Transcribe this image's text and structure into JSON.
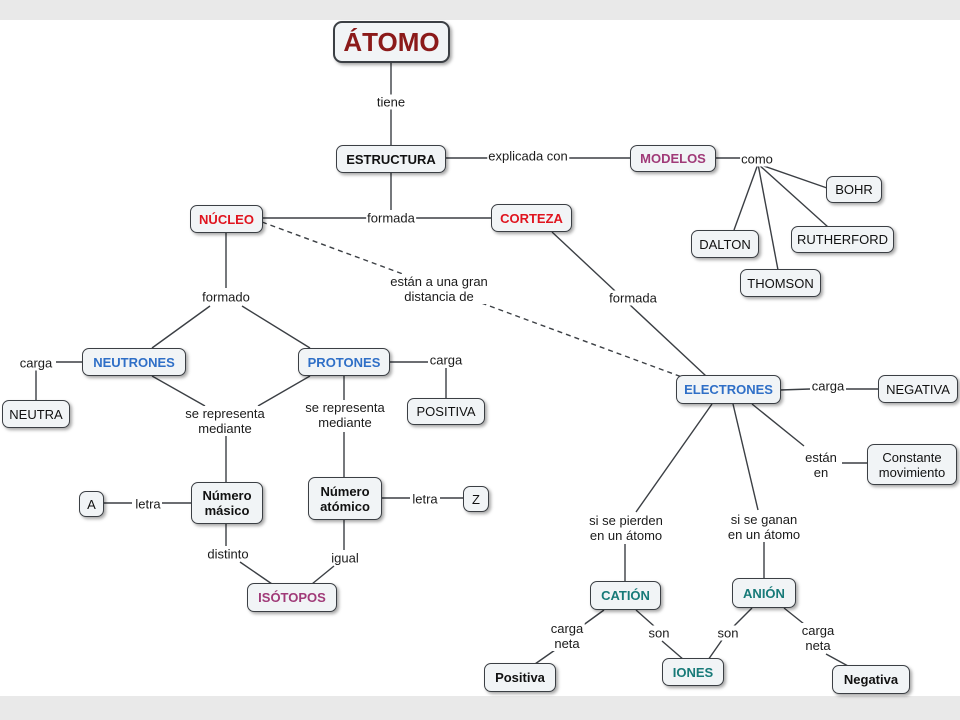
{
  "colors": {
    "title": "#8b1a1a",
    "red": "#e0141e",
    "blue": "#2f6fc7",
    "purple": "#a03a78",
    "teal": "#177a78",
    "black": "#111111"
  },
  "nodes": {
    "atomo": "ÁTOMO",
    "estructura": "ESTRUCTURA",
    "modelos": "MODELOS",
    "bohr": "BOHR",
    "dalton": "DALTON",
    "rutherford": "RUTHERFORD",
    "thomson": "THOMSON",
    "nucleo": "NÚCLEO",
    "corteza": "CORTEZA",
    "neutrones": "NEUTRONES",
    "protones": "PROTONES",
    "neutra": "NEUTRA",
    "positiva": "POSITIVA",
    "numero_masico": "Número\nmásico",
    "numero_atomico": "Número\natómico",
    "a": "A",
    "z": "Z",
    "isotopos": "ISÓTOPOS",
    "electrones": "ELECTRONES",
    "negativa_upper": "NEGATIVA",
    "constante": "Constante\nmovimiento",
    "cation": "CATIÓN",
    "anion": "ANIÓN",
    "iones": "IONES",
    "positiva_lower": "Positiva",
    "negativa_lower": "Negativa"
  },
  "links": {
    "tiene": "tiene",
    "explicada_con": "explicada con",
    "como": "como",
    "formada_top": "formada",
    "gran_distancia": "están a una gran\ndistancia de",
    "formado": "formado",
    "formada_right": "formada",
    "carga_neutrones": "carga",
    "carga_protones": "carga",
    "representa_neutrones": "se representa\nmediante",
    "representa_protones": "se representa\nmediante",
    "letra_a": "letra",
    "letra_z": "letra",
    "distinto": "distinto",
    "igual": "igual",
    "carga_electrones": "carga",
    "estan_en": "están\nen",
    "se_pierden": "si se pierden\nen un átomo",
    "se_ganan": "si se ganan\nen un átomo",
    "carga_neta_cation": "carga\nneta",
    "son_cation": "son",
    "son_anion": "son",
    "carga_neta_anion": "carga\nneta"
  }
}
